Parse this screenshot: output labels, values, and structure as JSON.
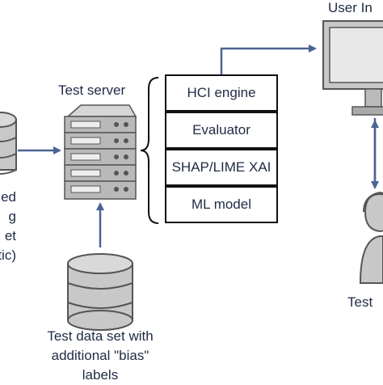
{
  "left_db": {
    "caption_lines": [
      "ed",
      "g",
      "et",
      "tic)"
    ]
  },
  "test_server": {
    "label": "Test server"
  },
  "stack": [
    "HCI engine",
    "Evaluator",
    "SHAP/LIME XAI",
    "ML model"
  ],
  "bottom_db": {
    "caption_lines": [
      "Test data set with",
      "additional \"bias\"",
      "labels"
    ]
  },
  "user_interface": {
    "label": "User In"
  },
  "tester": {
    "label": "Test"
  }
}
